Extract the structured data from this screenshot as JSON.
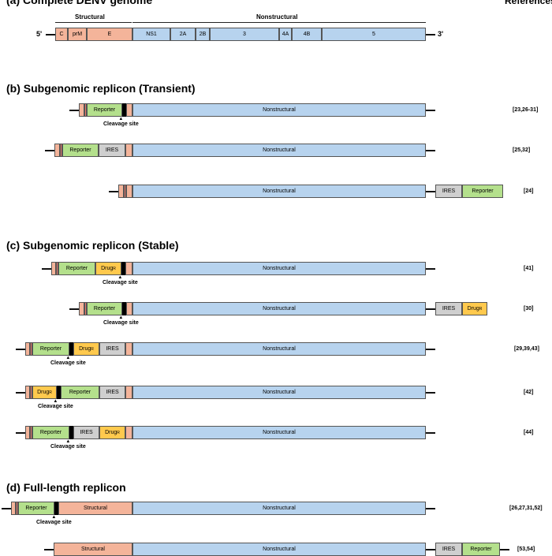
{
  "refs_header": "References",
  "sections": {
    "a": "(a) Complete DENV genome",
    "b": "(b) Subgenomic replicon (Transient)",
    "c": "(c) Subgenomic replicon (Stable)",
    "d": "(d) Full-length replicon"
  },
  "genome": {
    "five_prime": "5'",
    "three_prime": "3'",
    "structural_label": "Structural",
    "nonstructural_label": "Nonstructural",
    "genes": [
      "C",
      "prM",
      "E",
      "NS1",
      "2A",
      "2B",
      "3",
      "4A",
      "4B",
      "5"
    ]
  },
  "labels": {
    "reporter": "Reporter",
    "nonstructural": "Nonstructural",
    "structural": "Structural",
    "ires": "IRES",
    "drug": "Drug",
    "drug_sup": "R",
    "cleavage": "Cleavage site"
  },
  "references": {
    "b1": "[23,26-31]",
    "b2": "[25,32]",
    "b3": "[24]",
    "c1": "[41]",
    "c2": "[30]",
    "c3": "[29,39,43]",
    "c4": "[42]",
    "c5": "[44]",
    "d1": "[26,27,31,52]",
    "d2": "[53,54]"
  },
  "colors": {
    "nonstructural": "#b7d3ee",
    "structural": "#f4b49a",
    "reporter": "#b4e08c",
    "ires": "#cfcfcf",
    "drug": "#ffc94d"
  }
}
